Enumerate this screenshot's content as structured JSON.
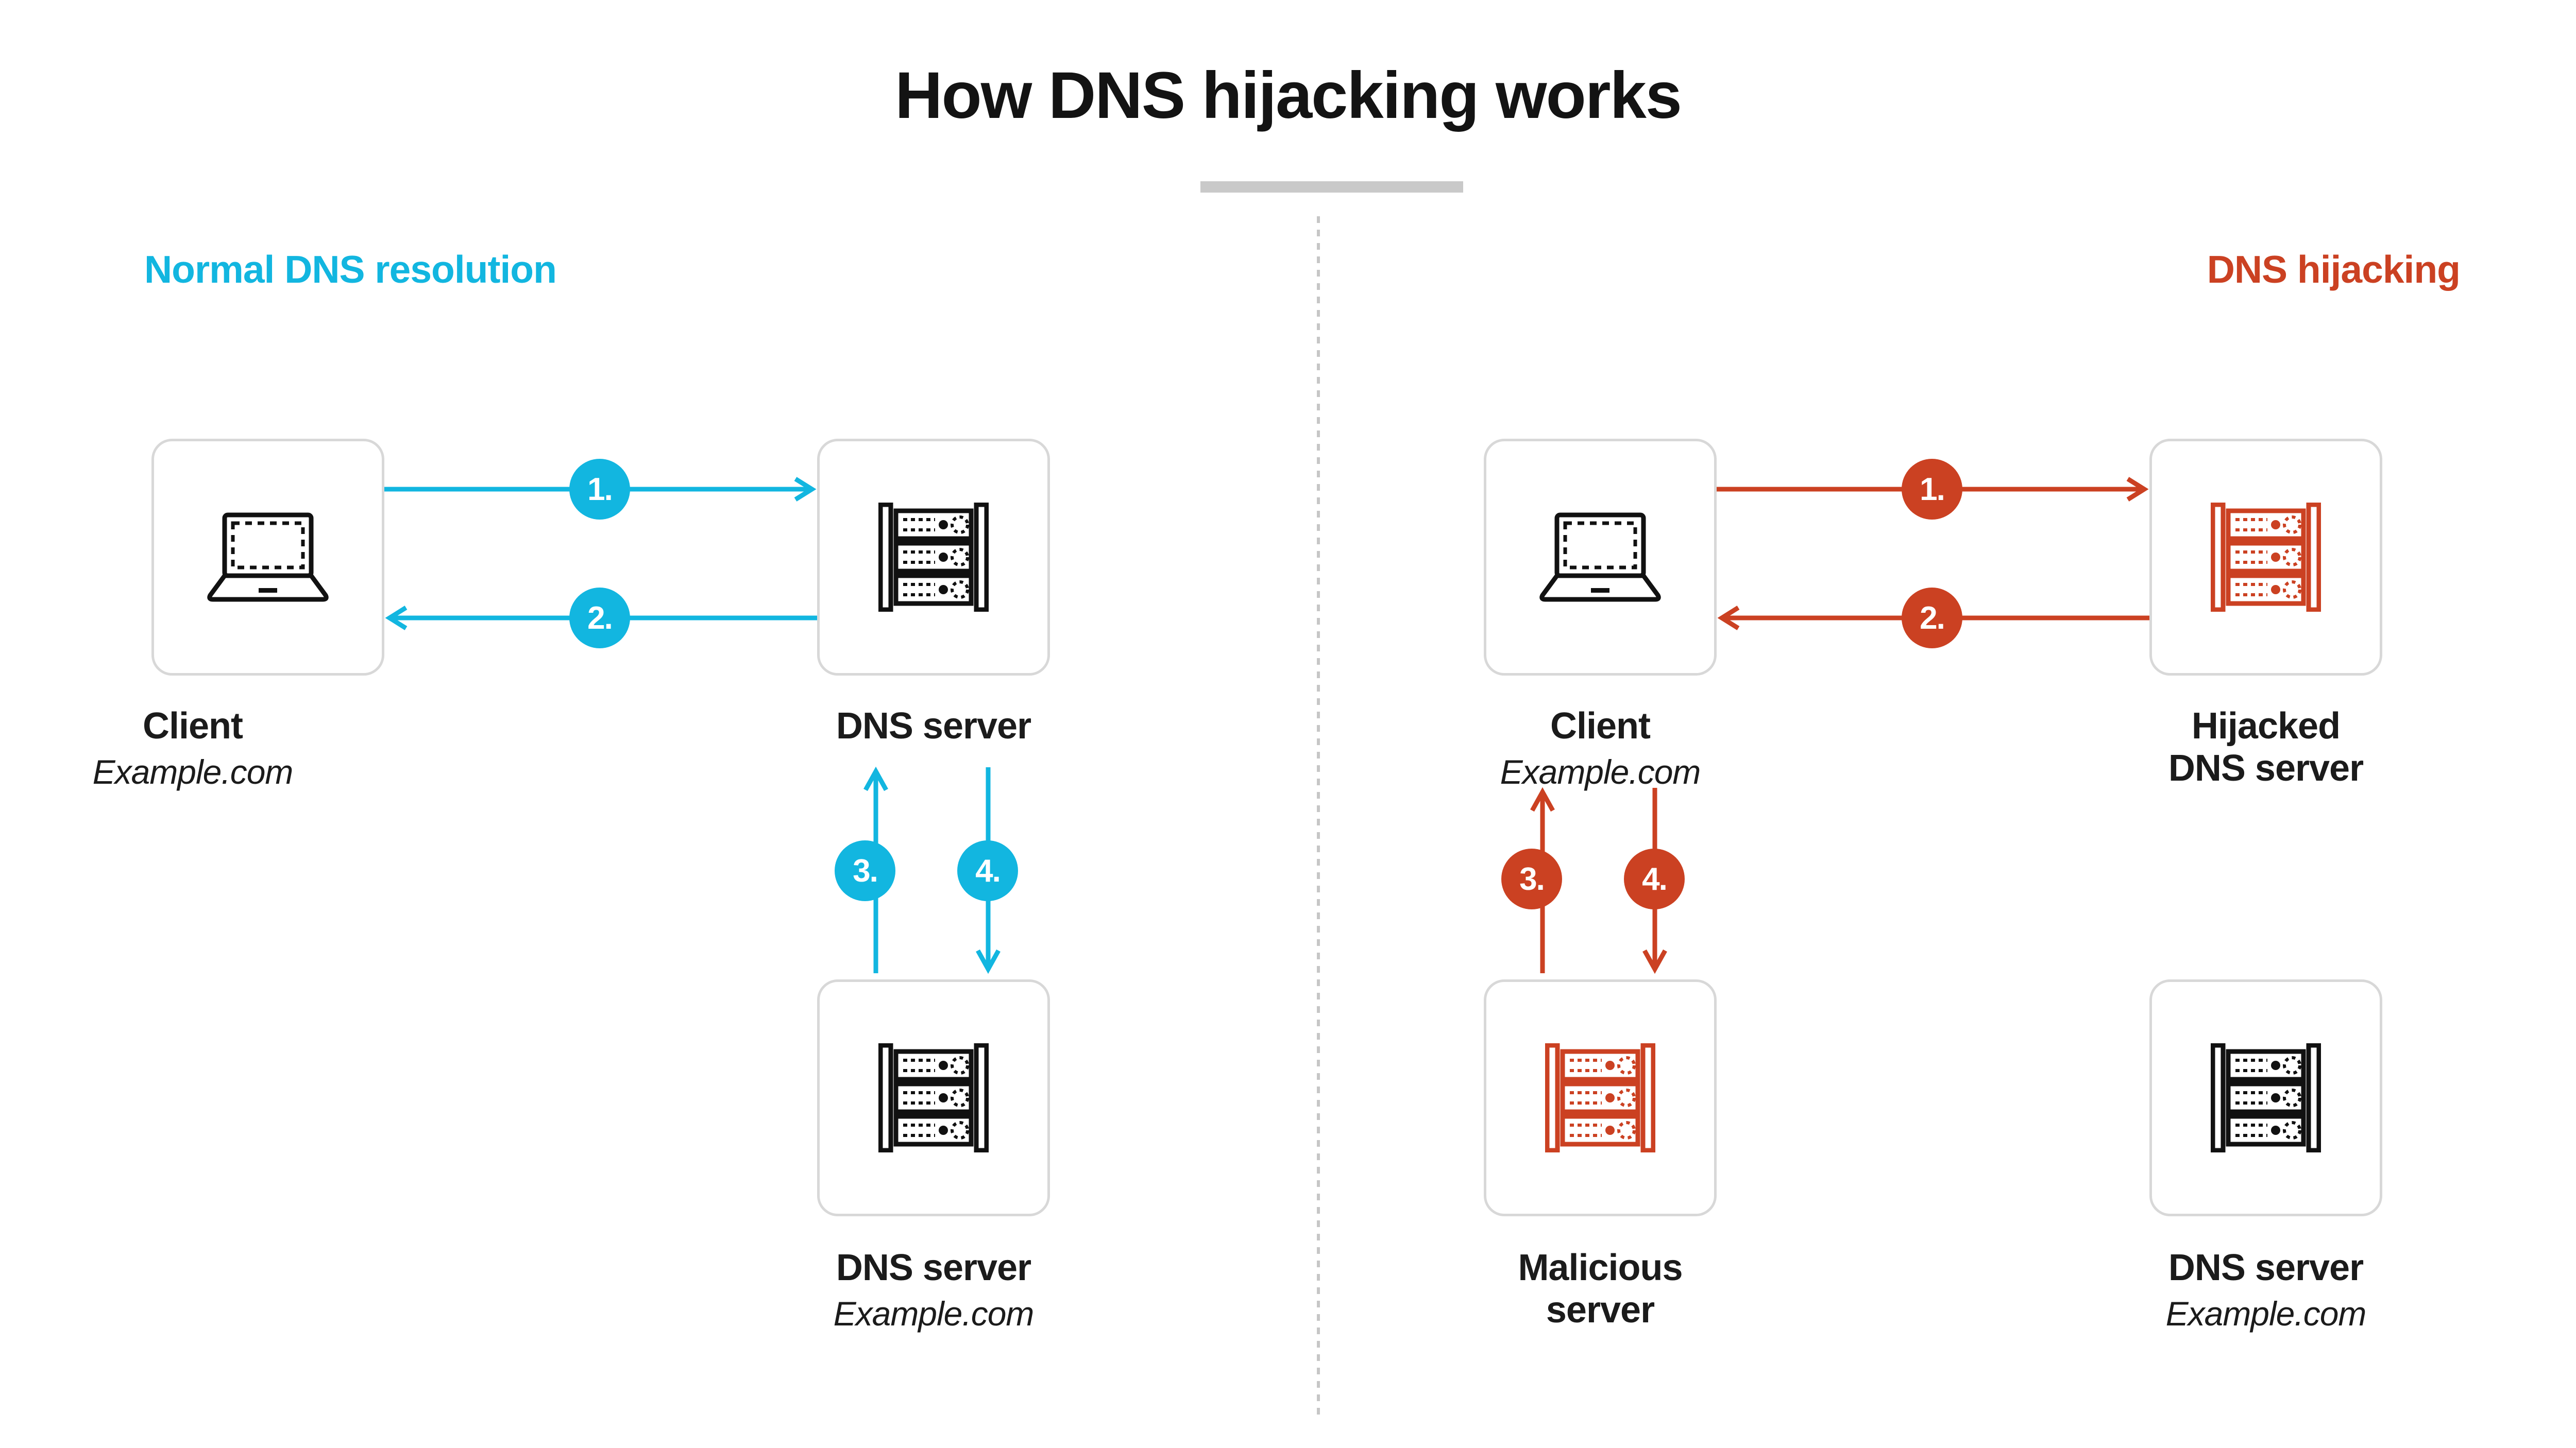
{
  "title": "How DNS hijacking works",
  "colors": {
    "cyan": "#12b6e0",
    "red": "#cb4122",
    "ink": "#1b1b1b",
    "box_border": "#d8d8d8",
    "rule": "#c9c9c9",
    "divider": "#c6c6c6"
  },
  "panels": {
    "left": {
      "heading": "Normal DNS resolution",
      "accent": "#12b6e0",
      "nodes": {
        "client": {
          "label": "Client",
          "sub": "Example.com",
          "icon": "laptop-icon",
          "icon_color": "black"
        },
        "dns_top": {
          "label": "DNS server",
          "sub": "",
          "icon": "server-rack-icon",
          "icon_color": "black"
        },
        "dns_bottom": {
          "label": "DNS server",
          "sub": "Example.com",
          "icon": "server-rack-icon",
          "icon_color": "black"
        }
      },
      "steps": [
        {
          "number": "1.",
          "direction": "right",
          "orientation": "horizontal",
          "from": "client",
          "to": "dns_top"
        },
        {
          "number": "2.",
          "direction": "left",
          "orientation": "horizontal",
          "from": "dns_top",
          "to": "client"
        },
        {
          "number": "3.",
          "direction": "up",
          "orientation": "vertical",
          "from": "dns_bottom",
          "to": "dns_top"
        },
        {
          "number": "4.",
          "direction": "down",
          "orientation": "vertical",
          "from": "dns_top",
          "to": "dns_bottom"
        }
      ]
    },
    "right": {
      "heading": "DNS hijacking",
      "accent": "#cb4122",
      "nodes": {
        "client": {
          "label": "Client",
          "sub": "Example.com",
          "icon": "laptop-icon",
          "icon_color": "black"
        },
        "hijacked": {
          "label": "Hijacked\nDNS server",
          "sub": "",
          "icon": "server-rack-icon",
          "icon_color": "red"
        },
        "malicious": {
          "label": "Malicious\nserver",
          "sub": "",
          "icon": "server-rack-icon",
          "icon_color": "red"
        },
        "dns_real": {
          "label": "DNS server",
          "sub": "Example.com",
          "icon": "server-rack-icon",
          "icon_color": "black"
        }
      },
      "steps": [
        {
          "number": "1.",
          "direction": "right",
          "orientation": "horizontal",
          "from": "client",
          "to": "hijacked"
        },
        {
          "number": "2.",
          "direction": "left",
          "orientation": "horizontal",
          "from": "hijacked",
          "to": "client"
        },
        {
          "number": "3.",
          "direction": "up",
          "orientation": "vertical",
          "from": "malicious",
          "to": "client"
        },
        {
          "number": "4.",
          "direction": "down",
          "orientation": "vertical",
          "from": "client",
          "to": "malicious"
        }
      ]
    }
  },
  "labels": {
    "hijacked_line1": "Hijacked",
    "hijacked_line2": "DNS server",
    "malicious_line1": "Malicious",
    "malicious_line2": "server"
  }
}
